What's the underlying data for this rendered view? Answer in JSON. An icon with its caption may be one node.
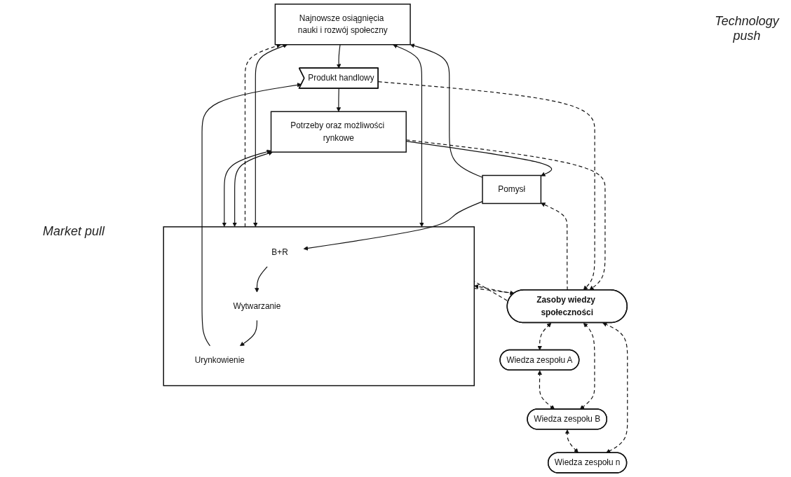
{
  "diagram": {
    "nodes": [
      {
        "text": [
          "Najnowsze osiągnięcia nauki i rozwój społeczny"
        ]
      },
      {
        "text": [
          "Pomysł"
        ]
      },
      {
        "text": [],
        "shape": "box"
      },
      {
        "text": [
          "B+R"
        ],
        "in": 2
      },
      {
        "text": [
          "Wytwarzanie"
        ],
        "in": 2
      },
      {
        "text": [
          "Urynkowienie"
        ],
        "in": 2
      },
      {
        "text": [
          "Produkt handlowy"
        ]
      },
      {
        "text": [
          "Potrzeby oraz możliwości rynkowe"
        ]
      },
      {
        "text": [
          "Zasoby wiedzy społeczności"
        ]
      },
      {
        "text": [
          "Wiedza zespołu A"
        ]
      },
      {
        "text": [
          "Wiedza zespołu B"
        ]
      },
      {
        "text": [
          "Wiedza zespołu n"
        ]
      }
    ],
    "edges": [
      {
        "from": 1,
        "to": 0,
        "arrow": "to"
      },
      {
        "from": 0,
        "to": 6,
        "arrow": "to"
      },
      {
        "from": 6,
        "to": 7,
        "arrow": "to"
      },
      {
        "from": 7,
        "to": 1,
        "arrow": "to"
      },
      {
        "from": 1,
        "to": 3,
        "arrow": "to"
      },
      {
        "from": 3,
        "to": 4,
        "arrow": "to"
      },
      {
        "from": 4,
        "to": 5,
        "arrow": "to"
      },
      {
        "from": 5,
        "to": 6,
        "arrow": "to"
      },
      {
        "from": 0,
        "to": 2,
        "arrow": "both"
      },
      {
        "from": 2,
        "to": 0,
        "arrow": "to",
        "style": "dashed"
      },
      {
        "from": 0,
        "to": 2,
        "arrow": "both"
      },
      {
        "from": 2,
        "to": 7,
        "arrow": "both"
      },
      {
        "from": 2,
        "to": 7,
        "arrow": "both"
      },
      {
        "from": 8,
        "to": 2,
        "arrow": "to",
        "style": "dashed"
      },
      {
        "from": 8,
        "to": 2,
        "arrow": "none",
        "style": "dashed"
      },
      {
        "from": 7,
        "to": 8,
        "arrow": "to",
        "style": "dashed"
      },
      {
        "from": 2,
        "to": 8,
        "arrow": "to",
        "style": "dashed"
      },
      {
        "from": 6,
        "to": 8,
        "arrow": "to",
        "style": "dashed"
      },
      {
        "from": 8,
        "to": 1,
        "arrow": "to",
        "style": "dashed"
      },
      {
        "from": 8,
        "to": 9,
        "arrow": "both",
        "style": "dashed"
      },
      {
        "from": 8,
        "to": 10,
        "arrow": "both",
        "style": "dashed"
      },
      {
        "from": 8,
        "to": 11,
        "arrow": "both",
        "style": "dashed"
      },
      {
        "from": 9,
        "to": 10,
        "arrow": "both",
        "style": "dashed"
      },
      {
        "from": 10,
        "to": 11,
        "arrow": "both",
        "style": "dashed"
      }
    ],
    "labels": [
      "Technology push",
      "Market pull"
    ]
  }
}
